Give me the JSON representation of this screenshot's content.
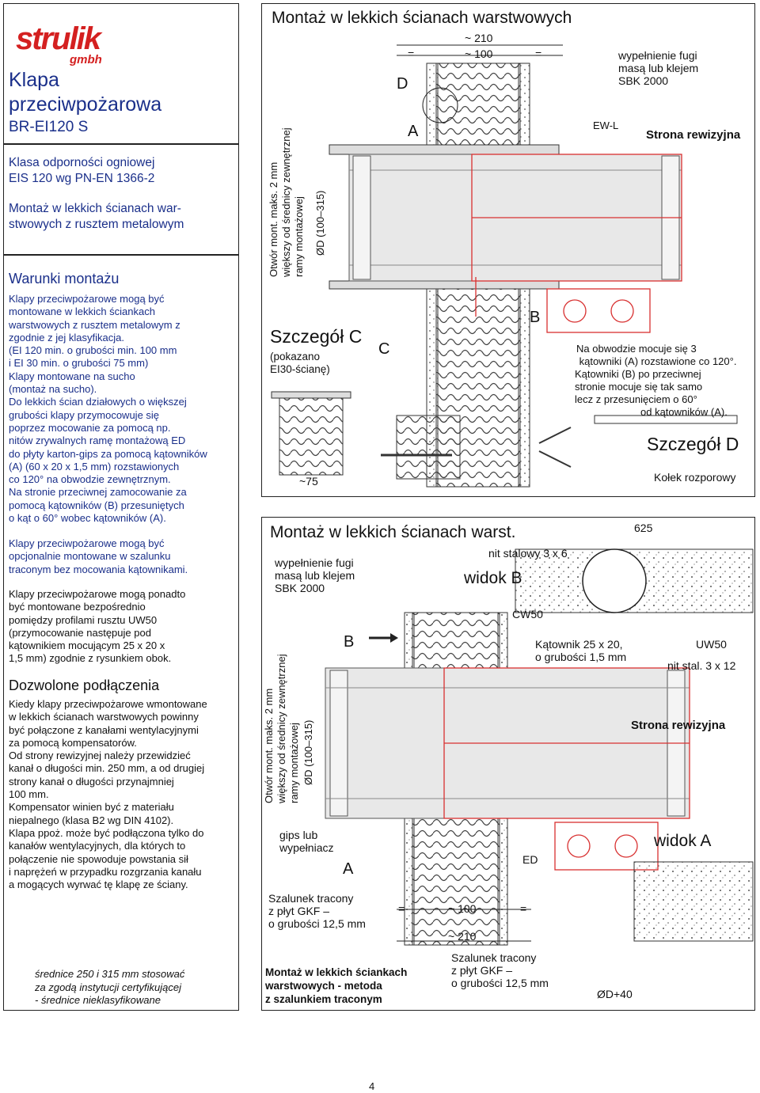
{
  "brand": {
    "name": "strulik",
    "suffix": "gmbh"
  },
  "header": {
    "title_line1": "Klapa",
    "title_line2": "przeciwpożarowa",
    "model": "BR-EI120 S",
    "class_line1": "Klasa odporności ogniowej",
    "class_line2": "EIS 120 wg PN-EN 1366-2",
    "mount_line1": "Montaż w lekkich ścianach war-",
    "mount_line2": "stwowych z rusztem metalowym"
  },
  "conditions": {
    "title": "Warunki montażu",
    "p1": "Klapy przeciwpożarowe mogą być\nmontowane w lekkich ściankach\nwarstwowych z rusztem metalowym z\nzgodnie z jej klasyfikacja.\n(EI 120 min. o grubości min. 100 mm\ni EI 30 min. o grubości 75 mm)\nKlapy montowane na sucho\n(montaż na sucho).\nDo lekkich ścian działowych o większej\ngrubości klapy przymocowuje się\npoprzez mocowanie za pomocą np.\nnitów zrywalnych ramę montażową ED\ndo płyty karton-gips za pomocą kątowników\n(A) (60 x 20 x 1,5 mm) rozstawionych\nco 120° na obwodzie zewnętrznym.\nNa stronie przeciwnej zamocowanie za\npomocą kątowników (B) przesuniętych\no kąt o 60° wobec kątowników (A).",
    "p2": "Klapy przeciwpożarowe mogą być\nopcjonalnie montowane w szalunku\ntraconym bez mocowania kątownikami.",
    "p3": "Klapy przeciwpożarowe mogą ponadto\nbyć montowane bezpośrednio\npomiędzy profilami rusztu UW50\n(przymocowanie następuje pod\nkątownikiem mocującym 25 x 20 x\n1,5 mm) zgodnie z rysunkiem obok."
  },
  "connections": {
    "title": "Dozwolone podłączenia",
    "p1": "Kiedy klapy przeciwpożarowe wmontowane\nw lekkich ścianach warstwowych powinny\nbyć połączone z kanałami wentylacyjnymi\nza pomocą kompensatorów.\nOd strony rewizyjnej należy przewidzieć\nkanał o długości min. 250 mm, a od drugiej\nstrony kanał o długości przynajmniej\n100 mm.\nKompensator winien być z materiału\nniepalnego (klasa B2 wg DIN 4102).\nKlapa ppoż. może być podłączona tylko do\nkanałów wentylacyjnych, dla których to\npołączenie nie spowoduje powstania sił\ni naprężeń w przypadku rozgrzania kanału\na mogących wyrwać tę klapę ze ściany."
  },
  "footnote": "średnice 250 i 315 mm stosować\nza zgodą instytucji certyfikującej\n- średnice nieklasyfikowane",
  "page_number": "4",
  "diagram1": {
    "title": "Montaż w lekkich ścianach warstwowych",
    "dim_210": "~ 210",
    "dim_100": "~ 100",
    "eq": "=",
    "label_D": "D",
    "label_A": "A",
    "label_B": "B",
    "label_C": "C",
    "fill_note": "wypełnienie fugi\nmasą lub klejem\nSBK 2000",
    "ewl": "EW-L",
    "rev_side": "Strona rewizyjna",
    "opening_note": "Otwór mont. maks. 2 mm\nwiększy od średnicy zewnętrznej\nramy montażowej",
    "diameter": "ØD (100–315)",
    "detail_c_title": "Szczegół C",
    "detail_c_note": "(pokazano\nEI30-ścianę)",
    "dim_75": "~75",
    "note_a": "Na obwodzie mocuje się 3\n kątowniki (A) rozstawione co 120°.",
    "note_b": "Kątowniki (B) po przeciwnej\nstronie mocuje się tak samo\nlecz z przesunięciem o 60°",
    "note_b2": "od kątowników (A).",
    "detail_d_title": "Szczegół D",
    "detail_d_note": "Kołek rozporowy"
  },
  "diagram2": {
    "title": "Montaż w lekkich ścianach warst.",
    "fill_note": "wypełnienie fugi\nmasą lub klejem\nSBK 2000",
    "rivet": "nit stalowy 3 x 6",
    "view_b": "widok B",
    "dim_625": "625",
    "cw50": "CW50",
    "label_B": "B",
    "angle": "Kątownik 25 x 20,\no grubości 1,5 mm",
    "uw50": "UW50",
    "rivet2": "nit stal. 3 x 12",
    "rev_side": "Strona rewizyjna",
    "opening_note": "Otwór mont. maks. 2 mm\nwiększy od średnicy zewnętrznej\nramy montażowej",
    "diameter": "ØD (100–315)",
    "gips": "gips lub\nwypełniacz",
    "label_A": "A",
    "ed": "ED",
    "view_a": "widok A",
    "formwork": "Szalunek tracony\nz płyt GKF –\no grubości 12,5 mm",
    "dim_100": "~ 100",
    "dim_210": "~ 210",
    "eq": "=",
    "formwork2": "Szalunek tracony\nz płyt GKF –\no grubości 12,5 mm",
    "caption": "Montaż w lekkich ściankach\nwarstwowych - metoda\nz szalunkiem traconym",
    "d40": "ØD+40"
  },
  "colors": {
    "brand_red": "#d42020",
    "heading_blue": "#1a2f8a",
    "detail_red": "#d83030"
  }
}
